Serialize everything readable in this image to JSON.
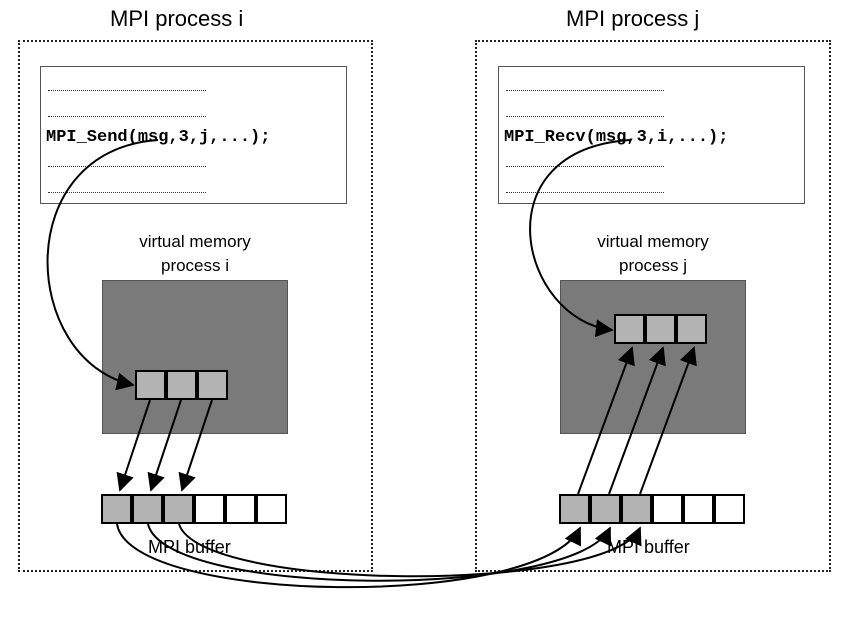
{
  "process_i": {
    "title": "MPI process i",
    "code_line": "MPI_Send(msg,3,j,...);",
    "vm_label_line1": "virtual memory",
    "vm_label_line2": "process i",
    "buffer_label": "MPI buffer"
  },
  "process_j": {
    "title": "MPI process j",
    "code_line": "MPI_Recv(msg,3,i,...);",
    "vm_label_line1": "virtual memory",
    "vm_label_line2": "process j",
    "buffer_label": "MPI buffer"
  },
  "colors": {
    "memory_block": "#7a7a7a",
    "filled_cell": "#b3b3b3",
    "empty_cell": "#ffffff",
    "arrow": "#000000"
  }
}
